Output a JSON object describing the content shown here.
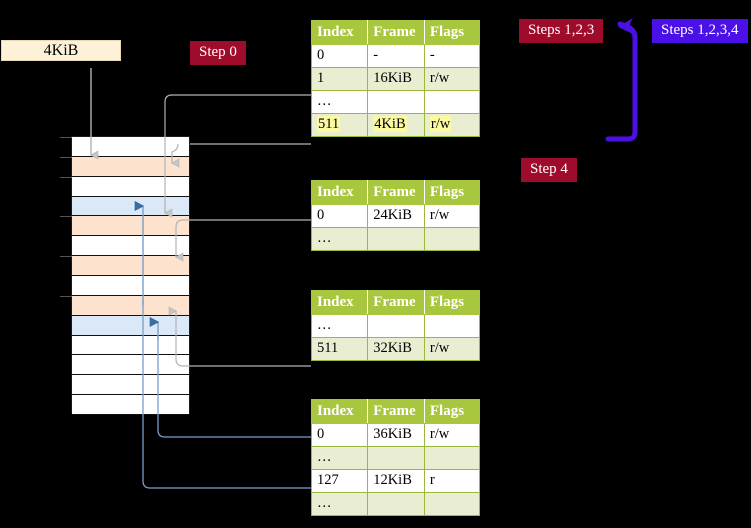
{
  "labels": {
    "mem_size": "4KiB",
    "step0": "Step 0",
    "step4": "Step 4",
    "steps123": "Steps 1,2,3",
    "steps1234": "Steps 1,2,3,4"
  },
  "colors": {
    "badge_red": "#9e0b2b",
    "badge_blue": "#4b10e8",
    "table_header": "#a8c63e",
    "row_shade": "#e9eed3",
    "highlight": "#fbfaa0",
    "mem_orange": "#fde2ce",
    "mem_blue": "#dbe8f7",
    "mem_label_bg": "#fdf1d8",
    "connector_gray": "#b0b0b0",
    "connector_blue": "#7b9ec9",
    "arrow_blue_dark": "#3a6ea8"
  },
  "tables": [
    {
      "id": "pml4-table",
      "columns": [
        "Index",
        "Frame",
        "Flags"
      ],
      "rows": [
        {
          "cells": [
            "0",
            "-",
            "-"
          ],
          "shade": false,
          "highlight": false
        },
        {
          "cells": [
            "1",
            "16KiB",
            "r/w"
          ],
          "shade": true,
          "highlight": false
        },
        {
          "cells": [
            "…",
            "",
            ""
          ],
          "shade": false,
          "highlight": false
        },
        {
          "cells": [
            "511",
            "4KiB",
            "r/w"
          ],
          "shade": true,
          "highlight": true
        }
      ]
    },
    {
      "id": "pdpt-table",
      "columns": [
        "Index",
        "Frame",
        "Flags"
      ],
      "rows": [
        {
          "cells": [
            "0",
            "24KiB",
            "r/w"
          ],
          "shade": false,
          "highlight": false
        },
        {
          "cells": [
            "…",
            "",
            ""
          ],
          "shade": true,
          "highlight": false
        }
      ]
    },
    {
      "id": "pd-table",
      "columns": [
        "Index",
        "Frame",
        "Flags"
      ],
      "rows": [
        {
          "cells": [
            "…",
            "",
            ""
          ],
          "shade": false,
          "highlight": false
        },
        {
          "cells": [
            "511",
            "32KiB",
            "r/w"
          ],
          "shade": true,
          "highlight": false
        }
      ]
    },
    {
      "id": "pt-table",
      "columns": [
        "Index",
        "Frame",
        "Flags"
      ],
      "rows": [
        {
          "cells": [
            "0",
            "36KiB",
            "r/w"
          ],
          "shade": false,
          "highlight": false
        },
        {
          "cells": [
            "…",
            "",
            ""
          ],
          "shade": true,
          "highlight": false
        },
        {
          "cells": [
            "127",
            "12KiB",
            "r"
          ],
          "shade": false,
          "highlight": false
        },
        {
          "cells": [
            "…",
            "",
            ""
          ],
          "shade": true,
          "highlight": false
        }
      ]
    }
  ],
  "memory": {
    "cells": [
      {
        "fill": "white",
        "tick": true
      },
      {
        "fill": "orange",
        "tick": true
      },
      {
        "fill": "white",
        "tick": true
      },
      {
        "fill": "blue",
        "tick": false
      },
      {
        "fill": "orange",
        "tick": true
      },
      {
        "fill": "white",
        "tick": false
      },
      {
        "fill": "orange",
        "tick": true
      },
      {
        "fill": "white",
        "tick": false
      },
      {
        "fill": "orange",
        "tick": true
      },
      {
        "fill": "blue",
        "tick": false
      },
      {
        "fill": "white",
        "tick": false
      },
      {
        "fill": "white",
        "tick": false
      },
      {
        "fill": "white",
        "tick": false
      },
      {
        "fill": "white",
        "tick": false
      }
    ]
  }
}
